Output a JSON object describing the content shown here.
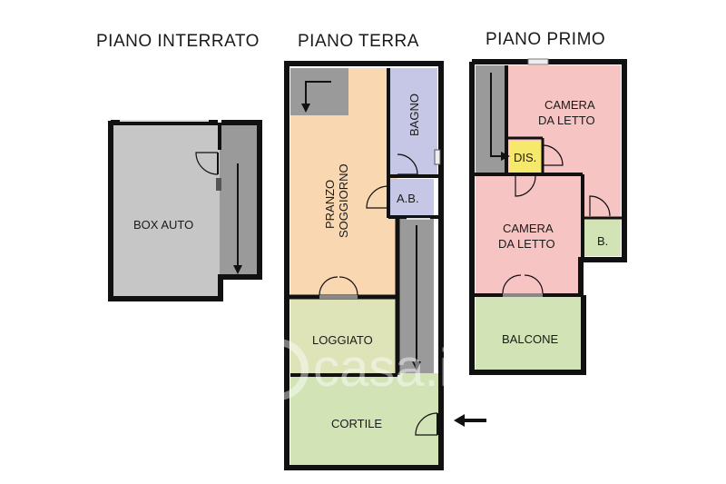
{
  "floors": {
    "basement": "PIANO INTERRATO",
    "ground": "PIANO TERRA",
    "first": "PIANO PRIMO"
  },
  "rooms": {
    "box_auto": "BOX AUTO",
    "pranzo_line1": "PRANZO",
    "pranzo_line2": "SOGGIORNO",
    "bagno": "BAGNO",
    "ab": "A.B.",
    "loggiato": "LOGGIATO",
    "cortile": "CORTILE",
    "camera1_line1": "CAMERA",
    "camera1_line2": "DA LETTO",
    "dis": "DIS.",
    "camera2_line1": "CAMERA",
    "camera2_line2": "DA LETTO",
    "b": "B.",
    "balcone": "BALCONE"
  },
  "watermark": "casa.it",
  "colors": {
    "wall": "#111111",
    "garage": "#c6c6c6",
    "stair": "#9a9a9a",
    "living": "#f9d7b0",
    "bath": "#c6c6e6",
    "loggia": "#dfe4b8",
    "courtyard": "#d2e3b6",
    "bedroom": "#f7c4c4",
    "dis": "#f6e86a",
    "balcony": "#d2e3b6"
  }
}
